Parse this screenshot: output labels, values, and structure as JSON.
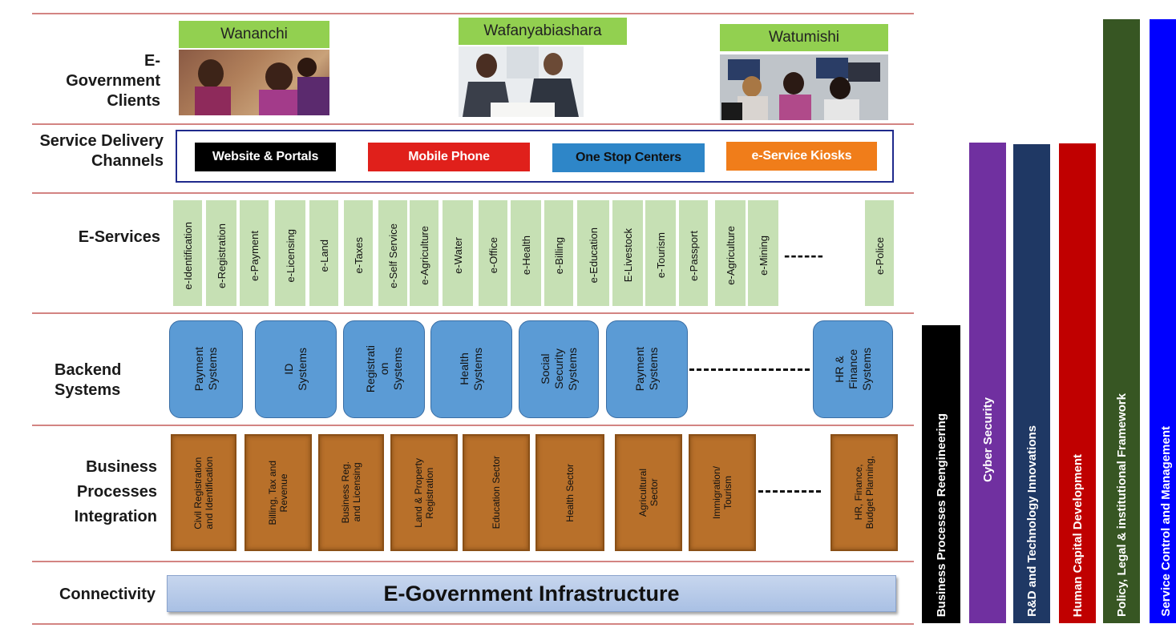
{
  "rows": {
    "clients": "E-\nGovernment\nClients",
    "channels": "Service Delivery\nChannels",
    "services": "E-Services",
    "backend": "Backend\nSystems",
    "processes": "Business\nProcesses\nIntegration",
    "connectivity": "Connectivity"
  },
  "clients": [
    "Wananchi",
    "Wafanyabiashara",
    "Watumishi"
  ],
  "channels": [
    {
      "label": "Website & Portals",
      "color": "#000000"
    },
    {
      "label": "Mobile Phone",
      "color": "#e0201b"
    },
    {
      "label": "One Stop Centers",
      "color": "#2e86c8"
    },
    {
      "label": "e-Service Kiosks",
      "color": "#f07d1a"
    }
  ],
  "services": [
    "e-Identification",
    "e-Registration",
    "e-Payment",
    "e-Licensing",
    "e-Land",
    "e-Taxes",
    "e-Self Service",
    "e-Agriculture",
    "e-Water",
    "e-Office",
    "e-Health",
    "e-Billing",
    "e-Education",
    "E-Livestock",
    "e-Tourism",
    "e-Passport",
    "e-Agriculture",
    "e-Mining",
    "e-Police"
  ],
  "services_dash": "------",
  "backend": [
    "Payment\nSystems",
    "ID\nSystems",
    "Registrati\non\nSystems",
    "Health\nSystems",
    "Social\nSecurity\nSystems",
    "Payment\nSystems",
    "HR &\nFinance\nSystems"
  ],
  "processes": [
    "Civil Registration\nand Identification",
    "Billing, Tax and\nRevenue",
    "Business Reg.\nand Licensing",
    "Land & Property\nRegistration",
    "Education Sector",
    "Health Sector",
    "Agricultural\nSector",
    "Immigration/\nTourism",
    "HR, Finance,\nBudget Planning,"
  ],
  "infrastructure": "E-Government Infrastructure",
  "pillars": [
    {
      "label": "Business Processes Reengineering",
      "color": "#000000"
    },
    {
      "label": "Cyber Security",
      "color": "#7030a0"
    },
    {
      "label": "R&D and Technology Innovations",
      "color": "#1f3864"
    },
    {
      "label": "Human Capital Development",
      "color": "#c00000"
    },
    {
      "label": "Policy, Legal & institutional Framework",
      "color": "#375623"
    },
    {
      "label": "Service Control and Management",
      "color": "#0000ff"
    }
  ]
}
